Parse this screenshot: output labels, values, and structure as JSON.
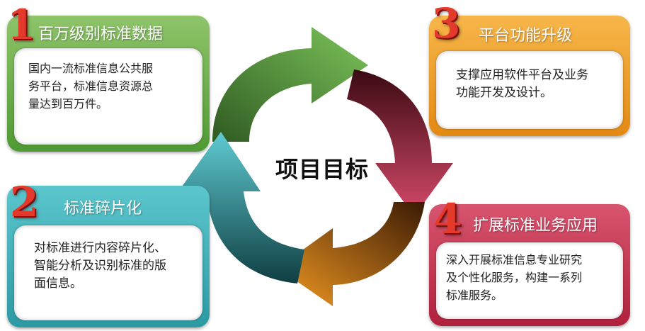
{
  "center": {
    "title": "项目目标"
  },
  "cards": [
    {
      "number": "1",
      "title": "百万级别标准数据",
      "lines": [
        "国内一流标准信息公共服",
        "务平台，标准信息资源总",
        "量达到百万件。"
      ]
    },
    {
      "number": "2",
      "title": "标准碎片化",
      "lines": [
        "对标准进行内容碎片化、",
        "智能分析及识别标准的版",
        "面信息。"
      ]
    },
    {
      "number": "3",
      "title": "平台功能升级",
      "lines": [
        "支撑应用软件平台及业务",
        "功能开发及设计。"
      ]
    },
    {
      "number": "4",
      "title": "扩展标准业务应用",
      "lines": [
        "深入开展标准信息专业研究",
        "及个性化服务，构建一系列",
        "标准服务。"
      ]
    }
  ],
  "colors": {
    "green": "#5aa83c",
    "teal": "#34a7b0",
    "orange": "#ee9a1f",
    "crimson": "#c23350",
    "number_red": "#e43a2c"
  }
}
